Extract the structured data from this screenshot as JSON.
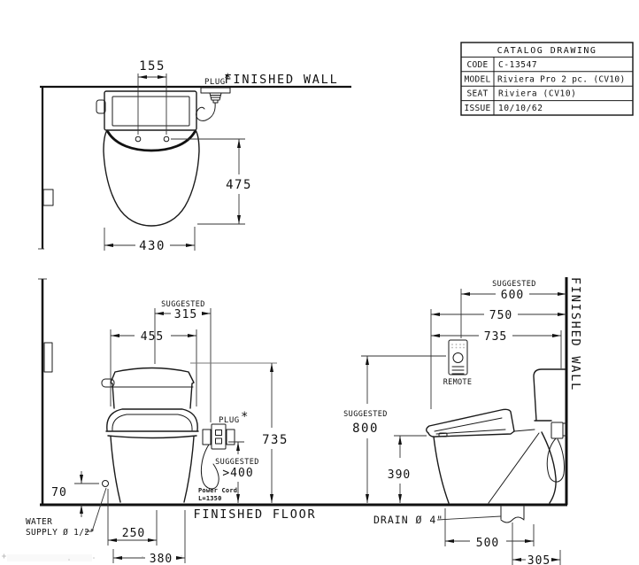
{
  "drawing": {
    "table": {
      "title": "CATALOG DRAWING",
      "rows": [
        {
          "label": "CODE",
          "value": "C-13547"
        },
        {
          "label": "MODEL",
          "value": "Riviera Pro 2 pc. (CV10)"
        },
        {
          "label": "SEAT",
          "value": "Riviera (CV10)"
        },
        {
          "label": "ISSUE",
          "value": "10/10/62"
        }
      ]
    },
    "labels": {
      "finished_wall": "FINISHED WALL",
      "finished_floor": "FINISHED FLOOR",
      "plug": "PLUG",
      "asterisk": "*",
      "suggested": "SUGGESTED",
      "remote": "REMOTE",
      "water_line1": "WATER",
      "water_line2": "SUPPLY Ø 1/2\"",
      "power_cord_line1": "Power Cord",
      "power_cord_line2": "L=1350",
      "drain": "DRAIN Ø 4\""
    },
    "dims": {
      "hinge_spacing": "155",
      "seat_length": "475",
      "seat_width": "430",
      "outlet_offset": "315",
      "tank_width": "455",
      "total_height": "735",
      "outlet_height": ">400",
      "supply_height": "70",
      "supply_offset": "250",
      "base_width": "380",
      "remote_offset": "600",
      "depth_overall": "750",
      "depth_seat": "735",
      "remote_height": "800",
      "rim_height": "390",
      "drain_offset": "500",
      "drain_wall": "305"
    }
  }
}
